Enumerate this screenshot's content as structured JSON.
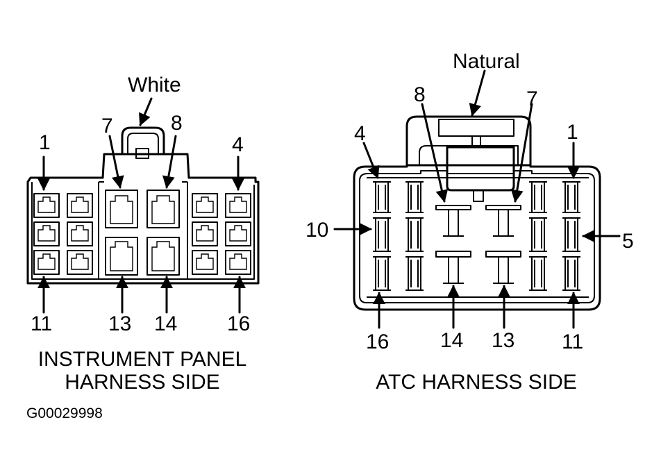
{
  "left_connector": {
    "color_label": "White",
    "pin_labels": [
      "1",
      "7",
      "8",
      "4",
      "11",
      "13",
      "14",
      "16"
    ],
    "caption_line1": "INSTRUMENT PANEL",
    "caption_line2": "HARNESS SIDE"
  },
  "right_connector": {
    "color_label": "Natural",
    "pin_labels": [
      "8",
      "7",
      "4",
      "1",
      "10",
      "5",
      "16",
      "14",
      "13",
      "11"
    ],
    "caption": "ATC HARNESS SIDE"
  },
  "figure_code": "G00029998"
}
